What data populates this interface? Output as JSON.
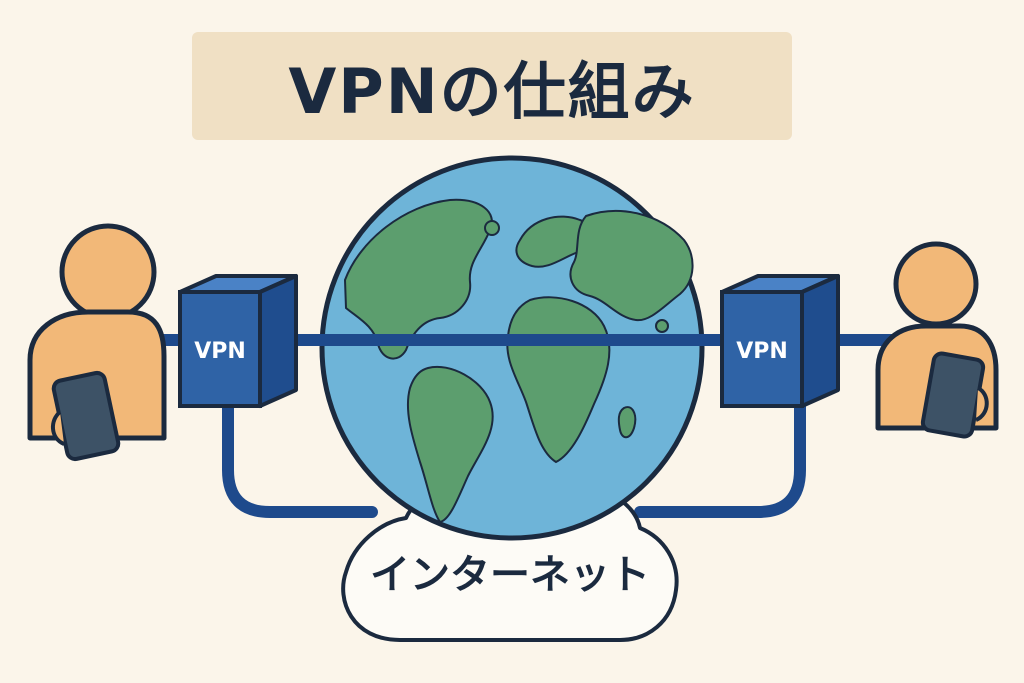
{
  "title": "VPNの仕組み",
  "left_vpn_label": "VPN",
  "right_vpn_label": "VPN",
  "cloud_label": "インターネット",
  "colors": {
    "background": "#fbf5ea",
    "banner": "#f0e0c4",
    "text": "#1b2a3f",
    "vpn_box": "#2f63a6",
    "tunnel_line": "#1e4a8c",
    "ocean": "#6eb4d8",
    "land": "#5c9e6e",
    "person": "#f2b878",
    "phone": "#3d5266"
  },
  "icons": [
    "person-icon",
    "smartphone-icon",
    "globe-icon",
    "vpn-device-icon",
    "cloud-icon"
  ]
}
